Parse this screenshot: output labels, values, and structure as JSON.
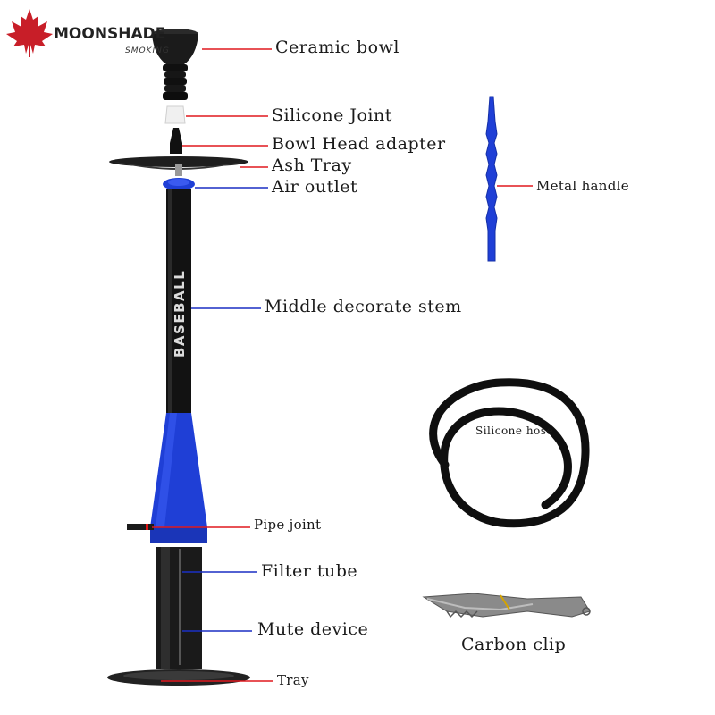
{
  "brand": {
    "name": "MOONSHADE",
    "sub": "SMOKING"
  },
  "stem_text": "BASEBALL",
  "colors": {
    "leader_red": "#e0191f",
    "leader_blue": "#1a2fc4",
    "accent_blue": "#1f3fd6",
    "black": "#111111",
    "maple": "#c81e28"
  },
  "labels": {
    "ceramic_bowl": "Ceramic bowl",
    "silicone_joint": "Silicone Joint",
    "bowl_head_adapter": "Bowl Head adapter",
    "ash_tray": "Ash Tray",
    "air_outlet": "Air outlet",
    "middle_stem": "Middle decorate stem",
    "pipe_joint": "Pipe joint",
    "filter_tube": "Filter tube",
    "mute_device": "Mute device",
    "tray": "Tray",
    "metal_handle": "Metal handle",
    "silicone_hose": "Silicone hose",
    "carbon_clip": "Carbon clip"
  }
}
